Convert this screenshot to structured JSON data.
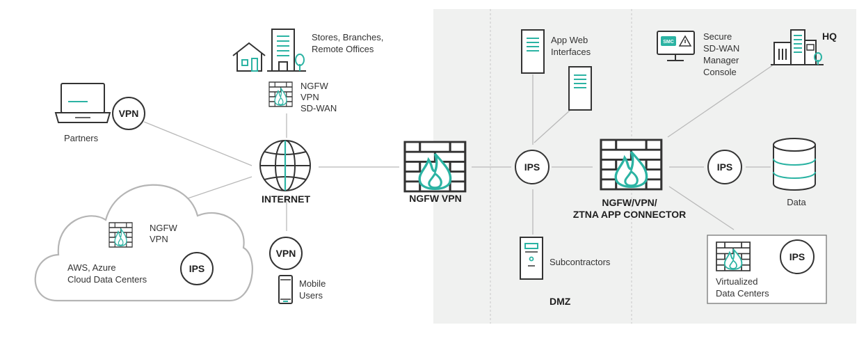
{
  "colors": {
    "accent": "#2bb3a3",
    "dark": "#333333",
    "connector": "#b9b9b9",
    "panel": "#f0f1f0",
    "cloud_stroke": "#b5b5b5"
  },
  "icons": [
    "laptop-icon",
    "house-icon",
    "building-icon",
    "tree-icon",
    "firewall-icon",
    "globe-icon",
    "cloud-icon",
    "phone-icon",
    "server-icon",
    "monitor-icon",
    "database-icon"
  ],
  "nodes": {
    "stores": {
      "line1": "Stores, Branches,",
      "line2": "Remote Offices"
    },
    "stores_fw": {
      "line1": "NGFW",
      "line2": "VPN",
      "line3": "SD-WAN"
    },
    "partners": {
      "label": "Partners",
      "badge": "VPN"
    },
    "internet": {
      "label": "INTERNET"
    },
    "cloud": {
      "fw_line1": "NGFW",
      "fw_line2": "VPN",
      "line1": "AWS, Azure",
      "line2": "Cloud Data Centers",
      "badge": "IPS"
    },
    "mobile": {
      "badge": "VPN",
      "line1": "Mobile",
      "line2": "Users"
    },
    "ngfw_vpn": {
      "label": "NGFW VPN"
    },
    "dmz": {
      "label": "DMZ",
      "ips_badge": "IPS",
      "app_web": {
        "line1": "App Web",
        "line2": "Interfaces"
      },
      "subcontractors": {
        "label": "Subcontractors"
      }
    },
    "hq_fw": {
      "line1": "NGFW/VPN/",
      "line2": "ZTNA APP CONNECTOR"
    },
    "hq": {
      "label": "HQ",
      "smc_text": "SMC",
      "console": {
        "line1": "Secure",
        "line2": "SD-WAN",
        "line3": "Manager",
        "line4": "Console"
      }
    },
    "data": {
      "label": "Data",
      "badge": "IPS"
    },
    "virtual": {
      "line1": "Virtualized",
      "line2": "Data Centers",
      "badge": "IPS"
    }
  }
}
